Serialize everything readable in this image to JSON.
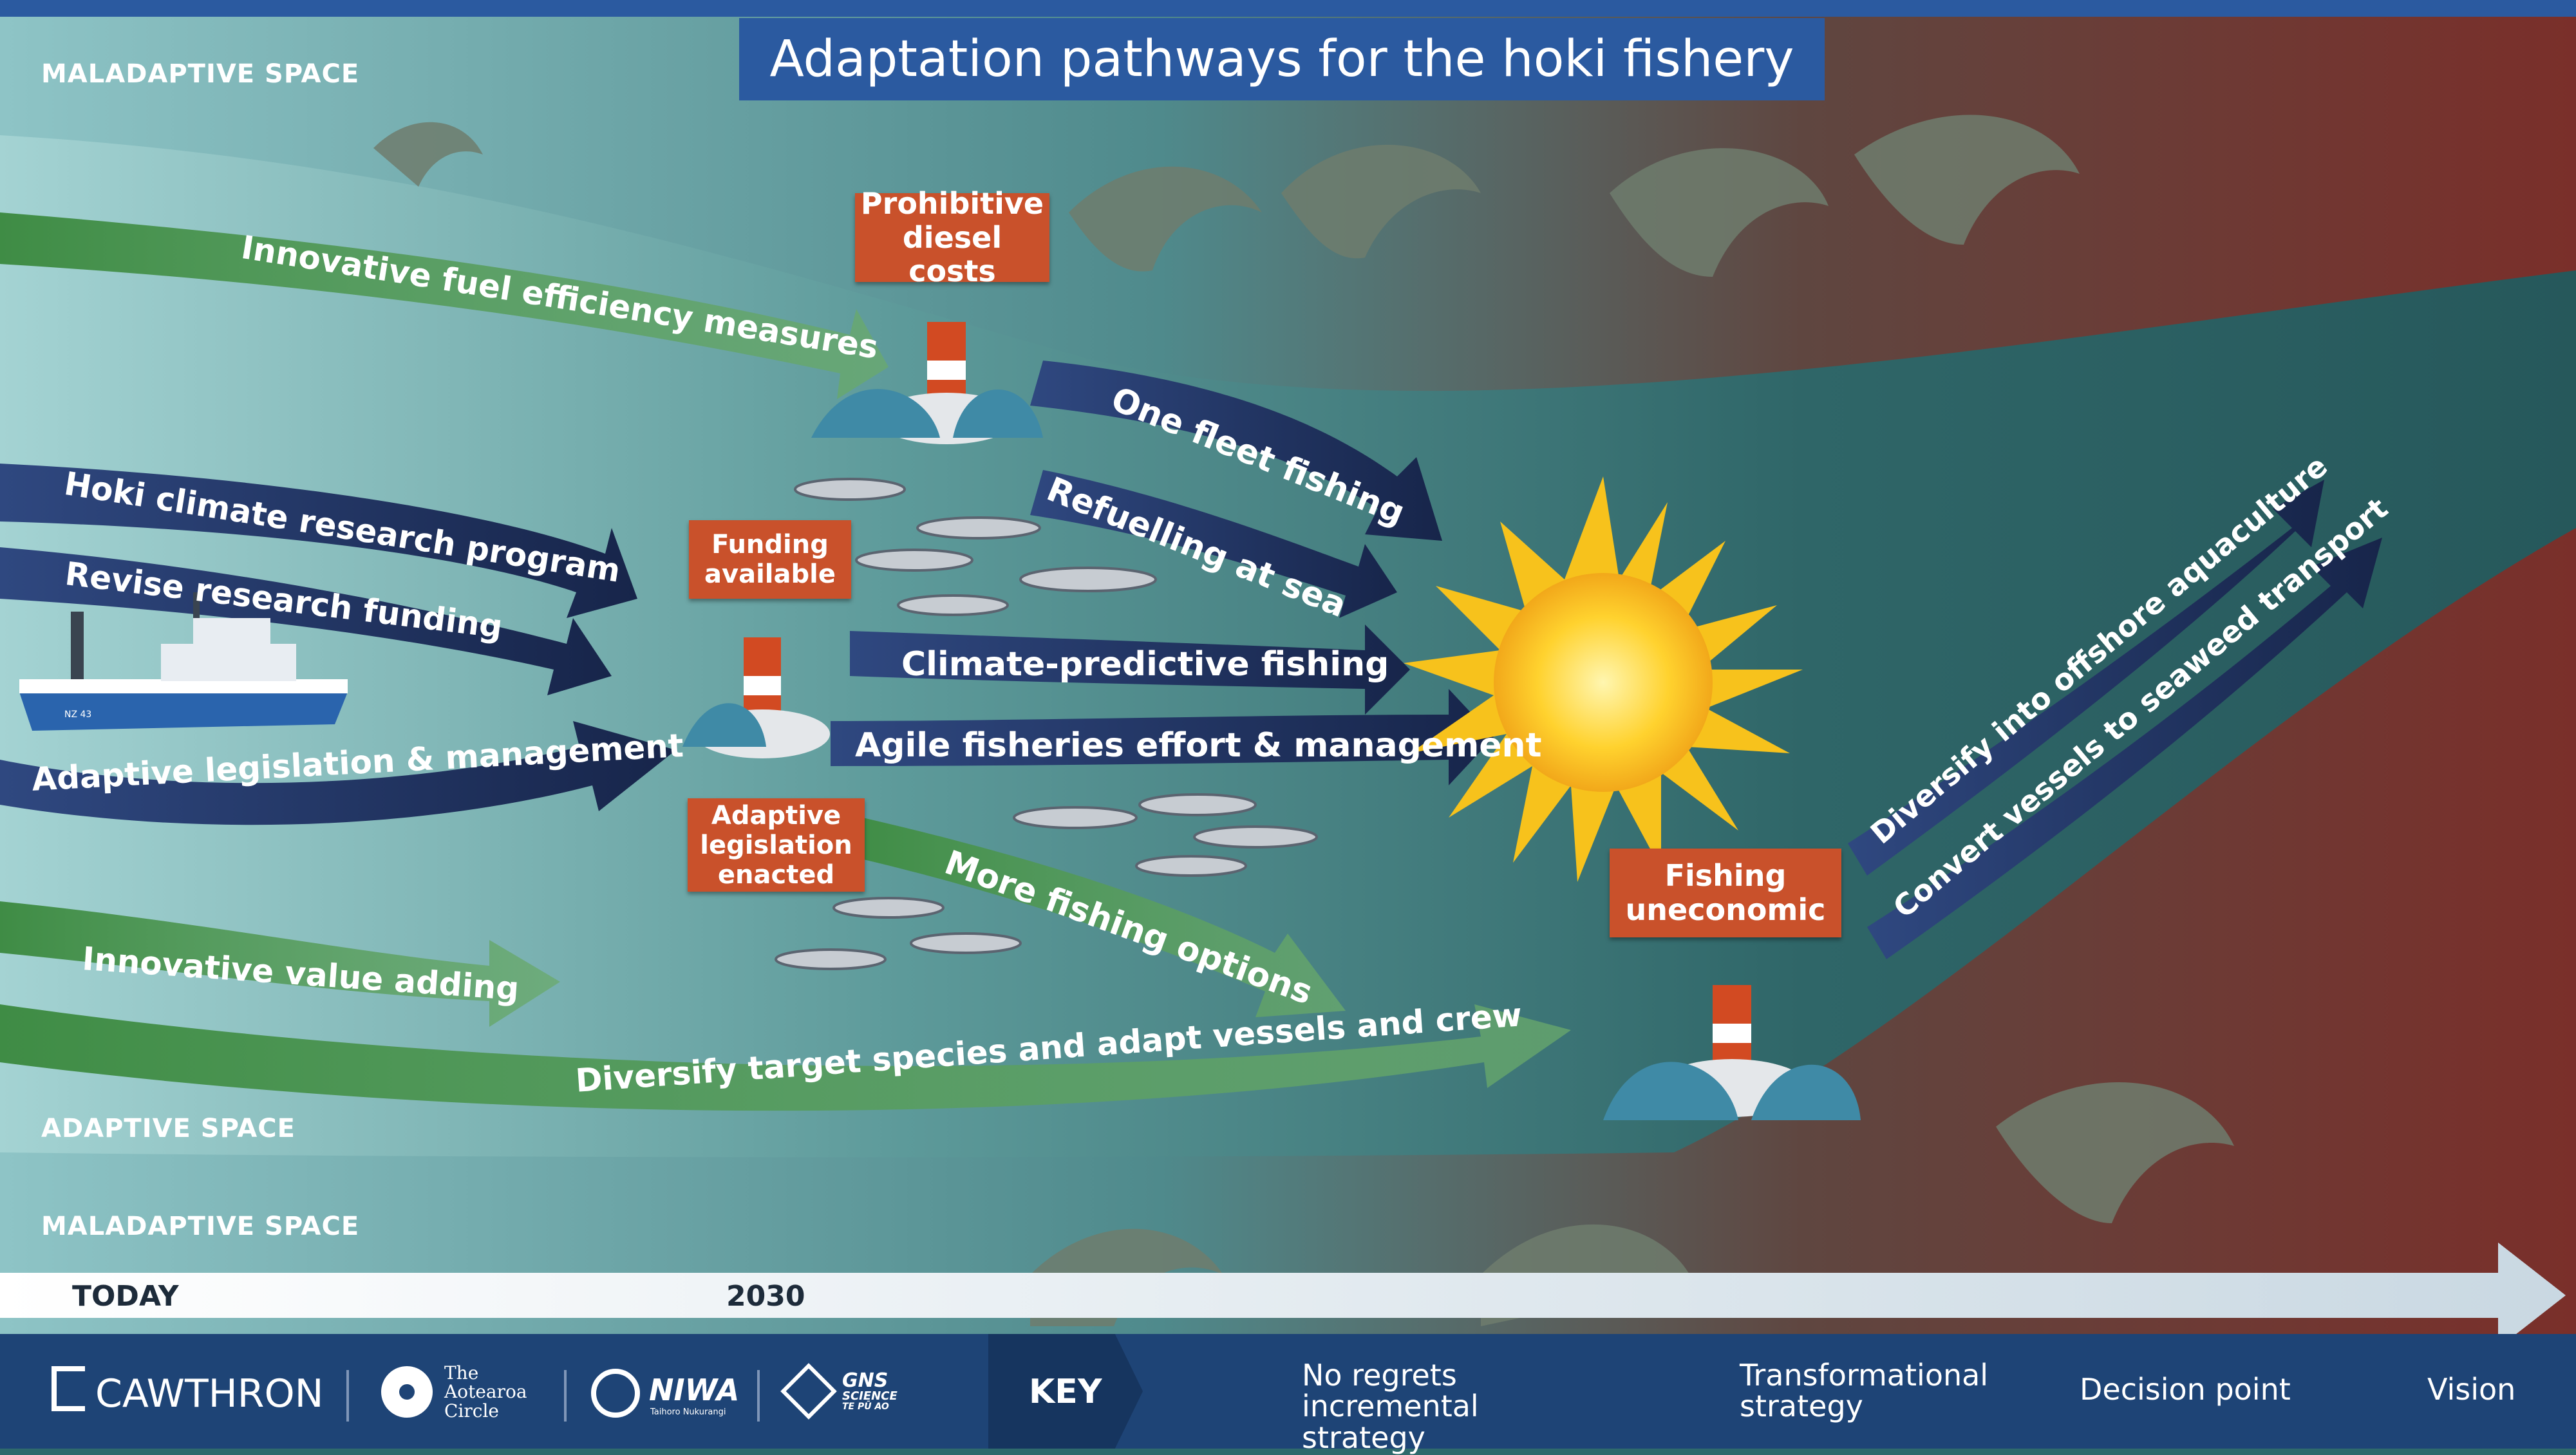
{
  "title": "Adaptation pathways for the hoki fishery",
  "spaces": {
    "maladaptive_top": "MALADAPTIVE SPACE",
    "adaptive": "ADAPTIVE SPACE",
    "maladaptive_bottom": "MALADAPTIVE SPACE"
  },
  "timeline": {
    "start": "TODAY",
    "mid": "2030"
  },
  "decision_points": {
    "diesel": "Prohibitive diesel costs",
    "funding": "Funding available",
    "legislation": "Adaptive legislation enacted",
    "uneconomic": "Fishing uneconomic"
  },
  "pathways": {
    "fuel": "Innovative fuel efficiency measures",
    "hoki_research": "Hoki climate research program",
    "revise_funding": "Revise research funding",
    "legislation": "Adaptive legislation & management",
    "value_adding": "Innovative value adding",
    "diversify_species": "Diversify target species and adapt vessels and crew",
    "one_fleet": "One fleet fishing",
    "refuelling": "Refuelling at sea",
    "climate_predictive": "Climate-predictive fishing",
    "agile": "Agile fisheries effort & management",
    "more_options": "More fishing options",
    "aquaculture": "Diversify into offshore aquaculture",
    "seaweed": "Convert vessels to seaweed transport"
  },
  "vessel_label": "NZ 43",
  "logos": {
    "cawthron": "CAWTHRON",
    "aotearoa_line1": "The",
    "aotearoa_line2": "Aotearoa",
    "aotearoa_line3": "Circle",
    "niwa": "NIWA",
    "niwa_sub": "Taihoro Nukurangi",
    "gns_line1": "GNS",
    "gns_line2": "SCIENCE",
    "gns_line3": "TE PŪ AO"
  },
  "key": {
    "heading": "KEY",
    "no_regrets": "No regrets incremental strategy",
    "transformational": "Transformational strategy",
    "decision_point": "Decision point",
    "vision": "Vision"
  },
  "colors": {
    "green_arrow": "#4f9a52",
    "navy_arrow": "#1b2c55",
    "decision_orange": "#c9512b",
    "title_blue": "#2b5aa0",
    "footer_navy": "#1e4476",
    "maladaptive_red": "#7a2f2a",
    "adaptive_teal": "#2e6a6c"
  },
  "icons": [
    "buoy-icon",
    "sun-icon",
    "fish-icon",
    "wave-icon",
    "ship-icon"
  ]
}
